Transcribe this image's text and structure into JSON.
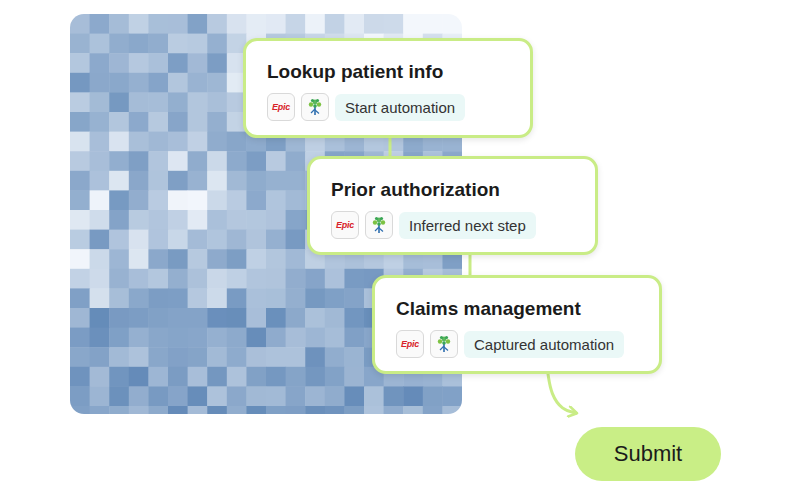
{
  "diagram": {
    "nodes": [
      {
        "text": [
          "Lookup patient info",
          "Epic",
          "Start automation"
        ]
      },
      {
        "text": [
          "Prior authorization",
          "Epic",
          "Inferred next step"
        ]
      },
      {
        "text": [
          "Claims management",
          "Epic",
          "Captured automation"
        ]
      },
      {
        "text": [
          "Submit"
        ]
      }
    ],
    "edges": [
      {
        "from": 0,
        "to": 1,
        "arrow": "none"
      },
      {
        "from": 1,
        "to": 2,
        "arrow": "none"
      },
      {
        "from": 2,
        "to": 3,
        "arrow": "to"
      }
    ]
  }
}
